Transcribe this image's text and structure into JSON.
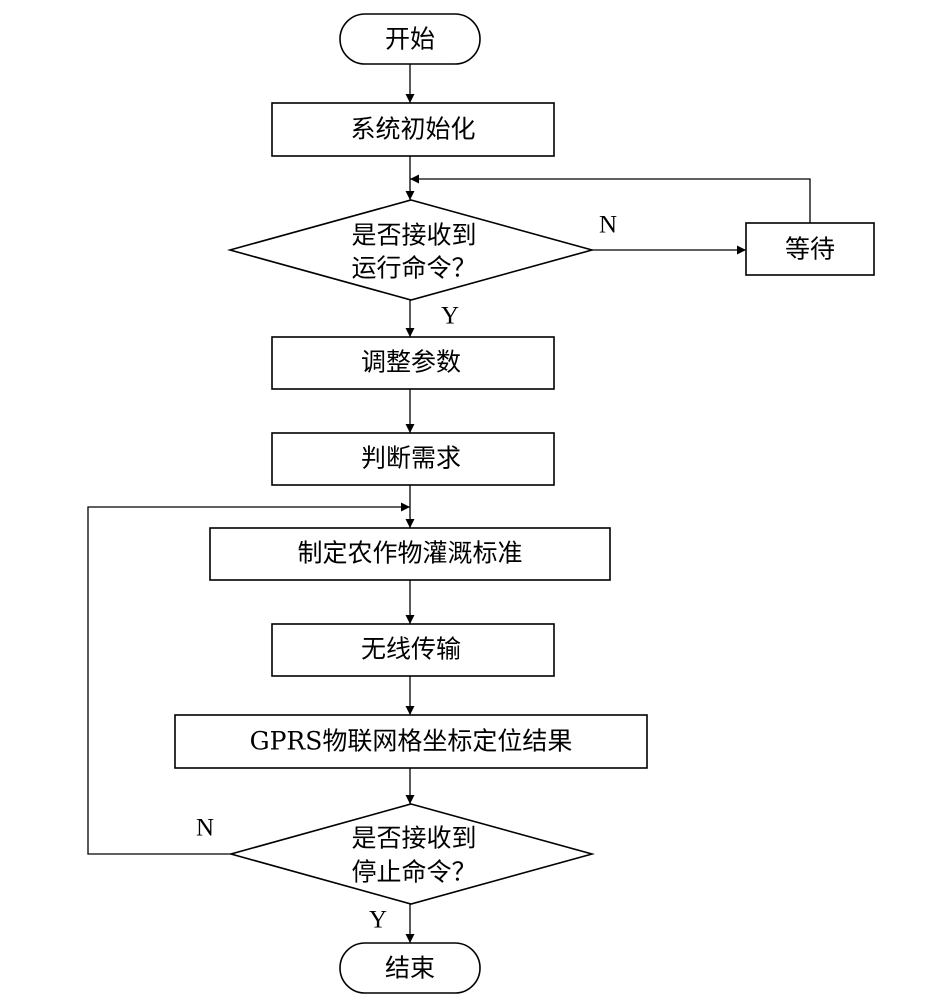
{
  "colors": {
    "stroke": "#000000",
    "background": "#ffffff"
  },
  "nodes": {
    "start": "开始",
    "init": "系统初始化",
    "check_run_line1": "是否接收到",
    "check_run_line2": "运行命令？",
    "wait": "等待",
    "adjust": "调整参数",
    "judge": "判断需求",
    "standard": "制定农作物灌溉标准",
    "wireless": "无线传输",
    "gprs": "GPRS物联网格坐标定位结果",
    "check_stop_line1": "是否接收到",
    "check_stop_line2": "停止命令？",
    "end": "结束"
  },
  "branch_labels": {
    "run_no": "N",
    "run_yes": "Y",
    "stop_no": "N",
    "stop_yes": "Y"
  }
}
